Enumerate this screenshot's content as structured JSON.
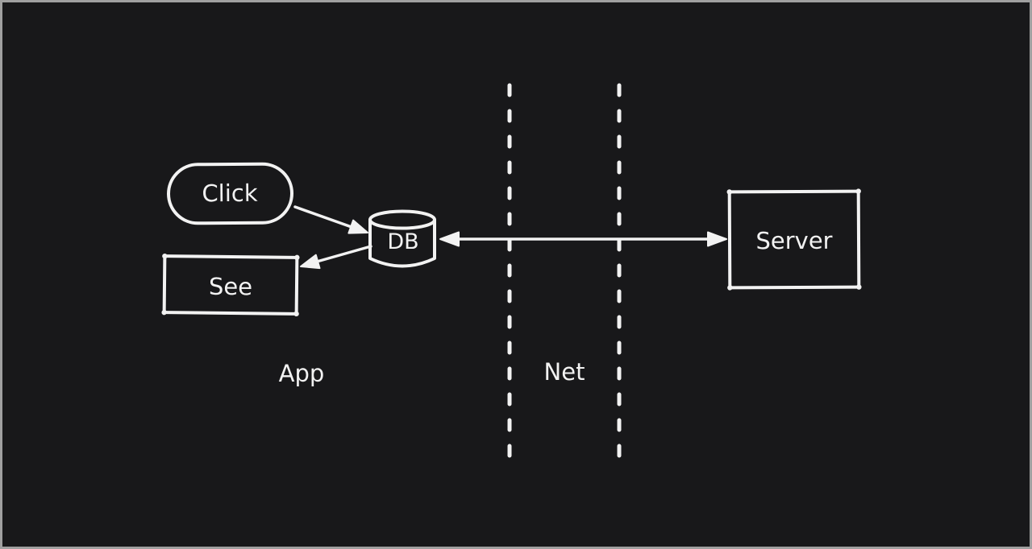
{
  "canvas": {
    "background_color": "#18181a",
    "border_color": "#a0a0a0",
    "stroke_color": "#f2f2f2"
  },
  "diagram": {
    "nodes": {
      "click": {
        "label": "Click",
        "shape": "pill"
      },
      "db": {
        "label": "DB",
        "shape": "cylinder"
      },
      "see": {
        "label": "See",
        "shape": "rectangle"
      },
      "server": {
        "label": "Server",
        "shape": "rectangle"
      }
    },
    "zone_labels": {
      "app": {
        "text": "App"
      },
      "net": {
        "text": "Net"
      }
    },
    "edges": [
      {
        "from": "click",
        "to": "db",
        "style": "arrow"
      },
      {
        "from": "db",
        "to": "see",
        "style": "arrow"
      },
      {
        "from": "db",
        "to": "server",
        "style": "double-arrow"
      }
    ]
  }
}
